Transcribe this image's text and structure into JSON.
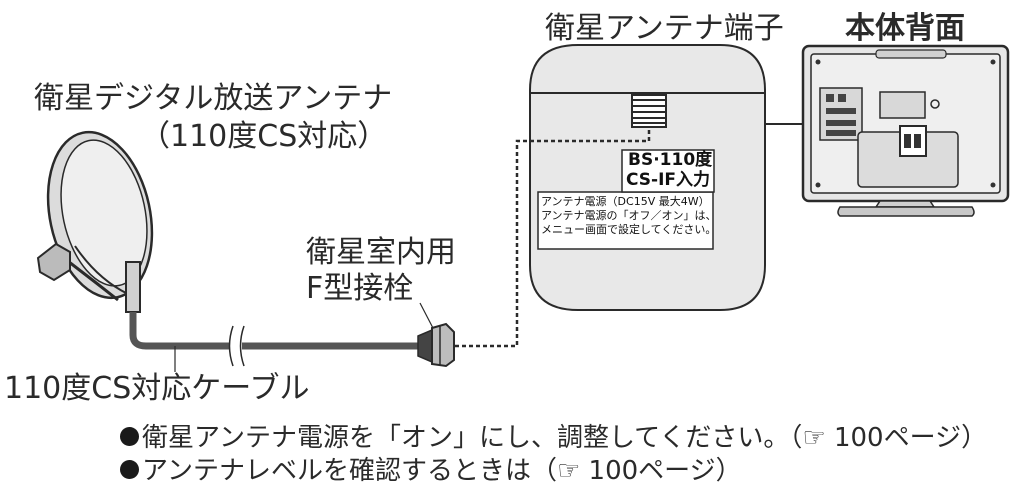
{
  "labels": {
    "antenna_terminal_title": "衛星アンテナ端子",
    "rear_panel_title": "本体背面",
    "antenna_name": "衛星デジタル放送アンテナ",
    "antenna_sub": "（110度CS対応）",
    "connector_line1": "衛星室内用",
    "connector_line2": "F型接栓",
    "cable_label": "110度CS対応ケーブル",
    "input_line1": "BS·110度",
    "input_line2": "CS-IF入力"
  },
  "terminal_note": {
    "line1": "アンテナ電源（DC15V 最大4W）",
    "line2": "アンテナ電源の「オフ／オン」は、",
    "line3": "メニュー画面で設定してください。"
  },
  "bullets": [
    {
      "text": "衛星アンテナ電源を「オン」にし、調整してください。（☞ 100ページ）"
    },
    {
      "text": "アンテナレベルを確認するときは（☞ 100ページ）"
    }
  ],
  "colors": {
    "panel_fill": "#e8e8e8",
    "dish_fill": "#dcdcdc",
    "cable": "#555555",
    "outline": "#2a2a2a"
  },
  "icons": [
    "bullet-dot-icon",
    "reference-hand-icon",
    "connector-icon",
    "dish-antenna-icon",
    "tv-rear-icon"
  ]
}
